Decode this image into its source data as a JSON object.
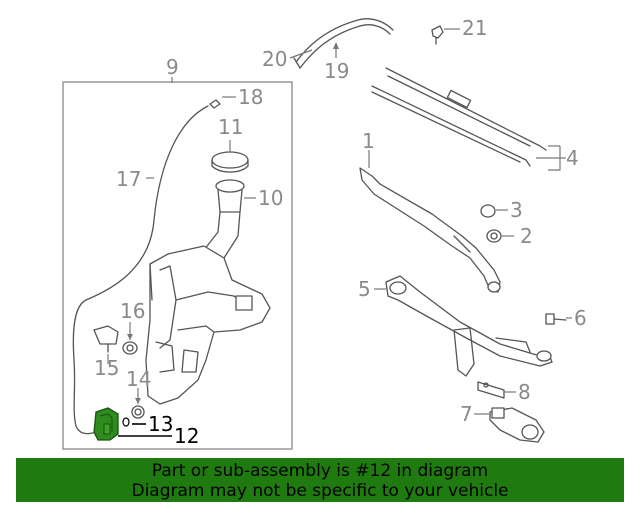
{
  "diagram": {
    "callouts": {
      "c1": "1",
      "c2": "2",
      "c3": "3",
      "c4": "4",
      "c5": "5",
      "c6": "6",
      "c7": "7",
      "c8": "8",
      "c9": "9",
      "c10": "10",
      "c11": "11",
      "c12": "12",
      "c13": "13",
      "c14": "14",
      "c15": "15",
      "c16": "16",
      "c17": "17",
      "c18": "18",
      "c19": "19",
      "c20": "20",
      "c21": "21"
    },
    "highlighted_part": "12",
    "highlight_color": "#2e8b1e"
  },
  "banner": {
    "line1": "Part or sub-assembly is #12 in diagram",
    "line2": "Diagram may not be specific to your vehicle",
    "background": "#1f7a0f"
  }
}
